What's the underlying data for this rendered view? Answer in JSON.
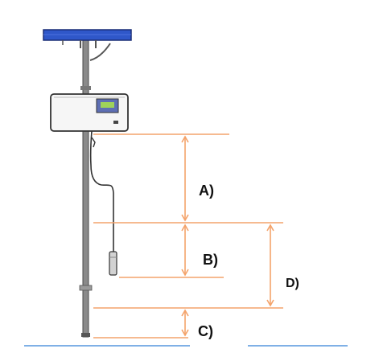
{
  "labels": {
    "a": "A)",
    "b": "B)",
    "c": "C)",
    "d": "D)"
  },
  "colors": {
    "dimension_line": "#f4a36b",
    "solar_panel": "#2f57c9",
    "ground_line": "#7fb0e6",
    "pole": "#6d6d6d",
    "outline": "#333333"
  },
  "icons": {
    "solar_panel": "solar-panel-icon",
    "controller": "controller-box-icon",
    "sensor": "sensor-probe-icon"
  }
}
